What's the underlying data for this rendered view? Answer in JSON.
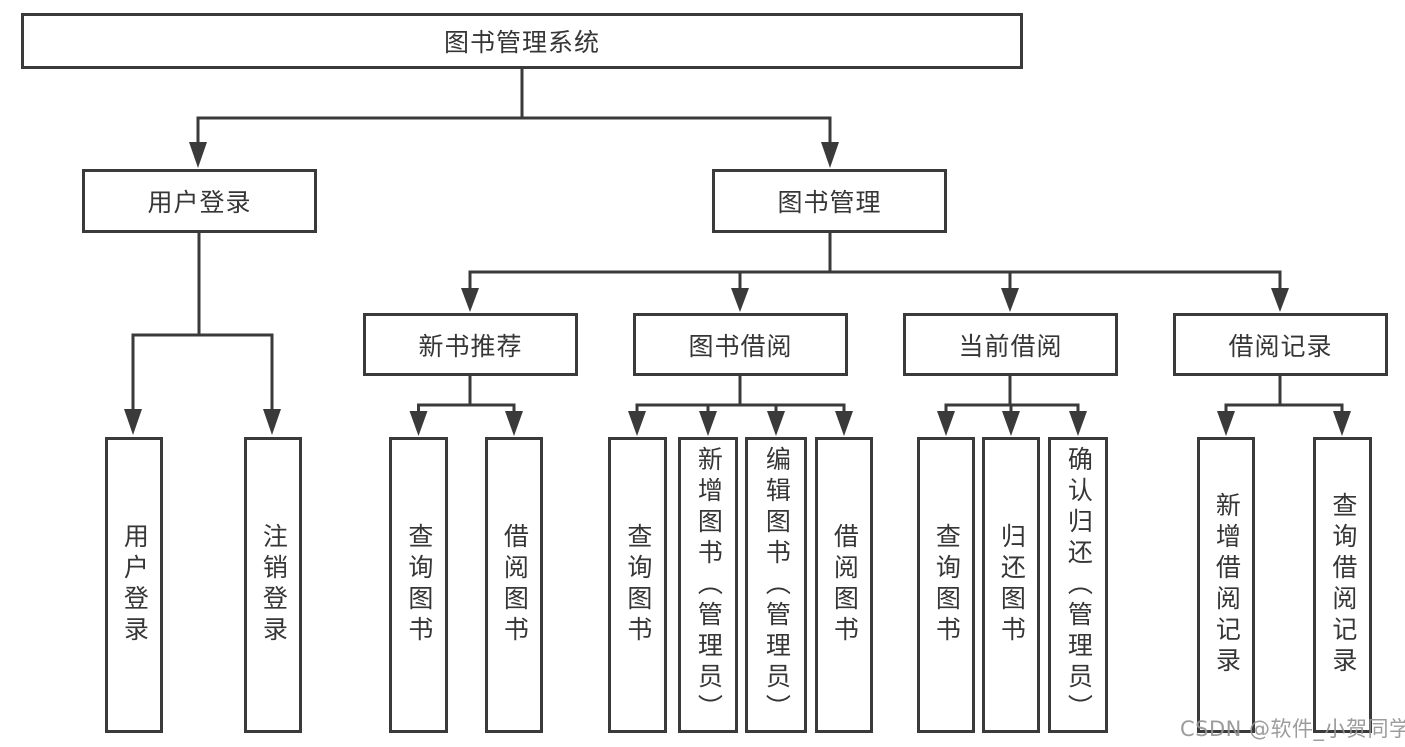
{
  "tree": {
    "root": "图书管理系统",
    "user_login": {
      "label": "用户登录",
      "children": [
        "用户登录",
        "注销登录"
      ]
    },
    "book_management": {
      "label": "图书管理",
      "sections": [
        {
          "label": "新书推荐",
          "children": [
            "查询图书",
            "借阅图书"
          ]
        },
        {
          "label": "图书借阅",
          "children": [
            "查询图书",
            "新增图书（管理员）",
            "编辑图书（管理员）",
            "借阅图书"
          ]
        },
        {
          "label": "当前借阅",
          "children": [
            "查询图书",
            "归还图书",
            "确认归还（管理员）"
          ]
        },
        {
          "label": "借阅记录",
          "children": [
            "新增借阅记录",
            "查询借阅记录"
          ]
        }
      ]
    }
  },
  "watermark": "CSDN @软件_小贺同学",
  "colors": {
    "line": "#3a3a3a",
    "text": "#363636",
    "watermark": "#949494",
    "background": "#ffffff"
  }
}
